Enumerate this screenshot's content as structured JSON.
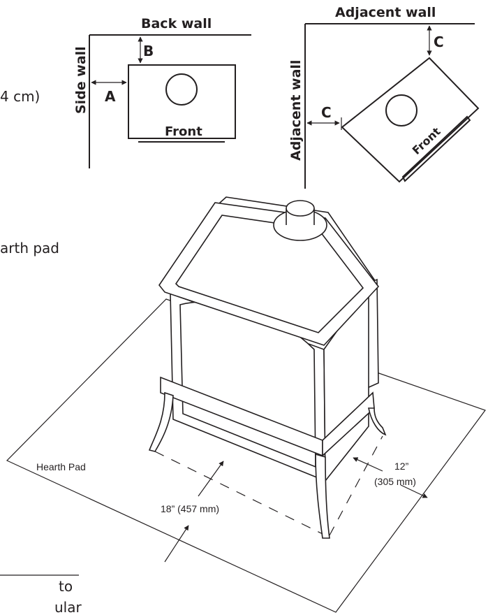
{
  "clip_text": {
    "top_left_fragment": "4 cm)",
    "middle_fragment": "arth pad",
    "bottom_fragment_1": "to",
    "bottom_fragment_2": "ular"
  },
  "diagram_a": {
    "back_wall": "Back wall",
    "side_wall": "Side wall",
    "label_a": "A",
    "label_b": "B",
    "front": "Front"
  },
  "diagram_b": {
    "adjacent_wall_top": "Adjacent wall",
    "adjacent_wall_side": "Adjacent  wall",
    "label_c_top": "C",
    "label_c_left": "C",
    "front": "Front"
  },
  "stove": {
    "hearth_pad": "Hearth Pad",
    "dim_side": "18” (457 mm)",
    "dim_front_1": "12”",
    "dim_front_2": "(305 mm)"
  }
}
